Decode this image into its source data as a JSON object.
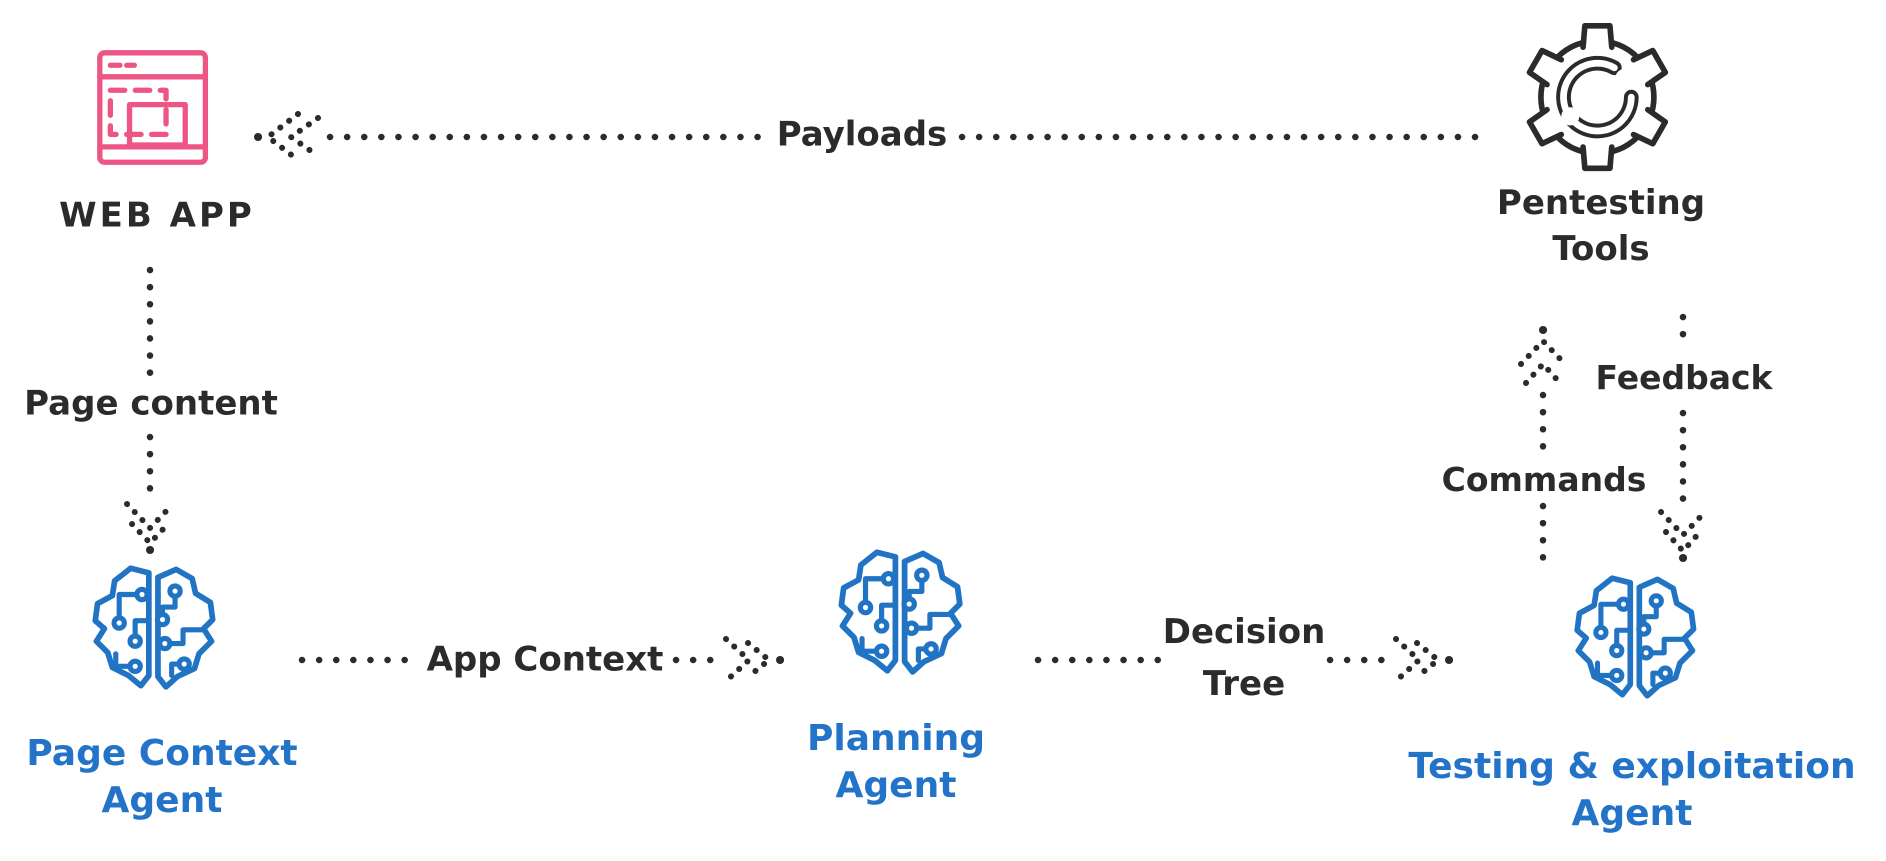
{
  "diagram": {
    "background": "#ffffff",
    "colors": {
      "ink": "#2b2b2b",
      "agent_blue": "#2374c8",
      "web_app_pink": "#ec5584"
    },
    "nodes": {
      "web_app": {
        "label": "WEB APP",
        "icon": "browser-window-icon"
      },
      "pentesting_tools": {
        "line1": "Pentesting",
        "line2": "Tools",
        "icon": "gear-wrench-icon"
      },
      "page_context_agent": {
        "line1": "Page Context",
        "line2": "Agent",
        "icon": "circuit-brain-icon"
      },
      "planning_agent": {
        "line1": "Planning",
        "line2": "Agent",
        "icon": "circuit-brain-icon"
      },
      "testing_exploitation_agent": {
        "line1": "Testing & exploitation",
        "line2": "Agent",
        "icon": "circuit-brain-icon"
      }
    },
    "edges": {
      "payloads": {
        "label": "Payloads",
        "from": "pentesting_tools",
        "to": "web_app",
        "style": "dotted",
        "direction": "left"
      },
      "page_content": {
        "label": "Page content",
        "from": "web_app",
        "to": "page_context_agent",
        "style": "dotted",
        "direction": "down"
      },
      "app_context": {
        "label": "App Context",
        "from": "page_context_agent",
        "to": "planning_agent",
        "style": "dotted",
        "direction": "right"
      },
      "decision_tree": {
        "line1": "Decision",
        "line2": "Tree",
        "from": "planning_agent",
        "to": "testing_exploitation_agent",
        "style": "dotted",
        "direction": "right"
      },
      "commands": {
        "label": "Commands",
        "from": "testing_exploitation_agent",
        "to": "pentesting_tools",
        "style": "dotted",
        "direction": "up"
      },
      "feedback": {
        "label": "Feedback",
        "from": "pentesting_tools",
        "to": "testing_exploitation_agent",
        "style": "dotted",
        "direction": "down"
      }
    }
  }
}
